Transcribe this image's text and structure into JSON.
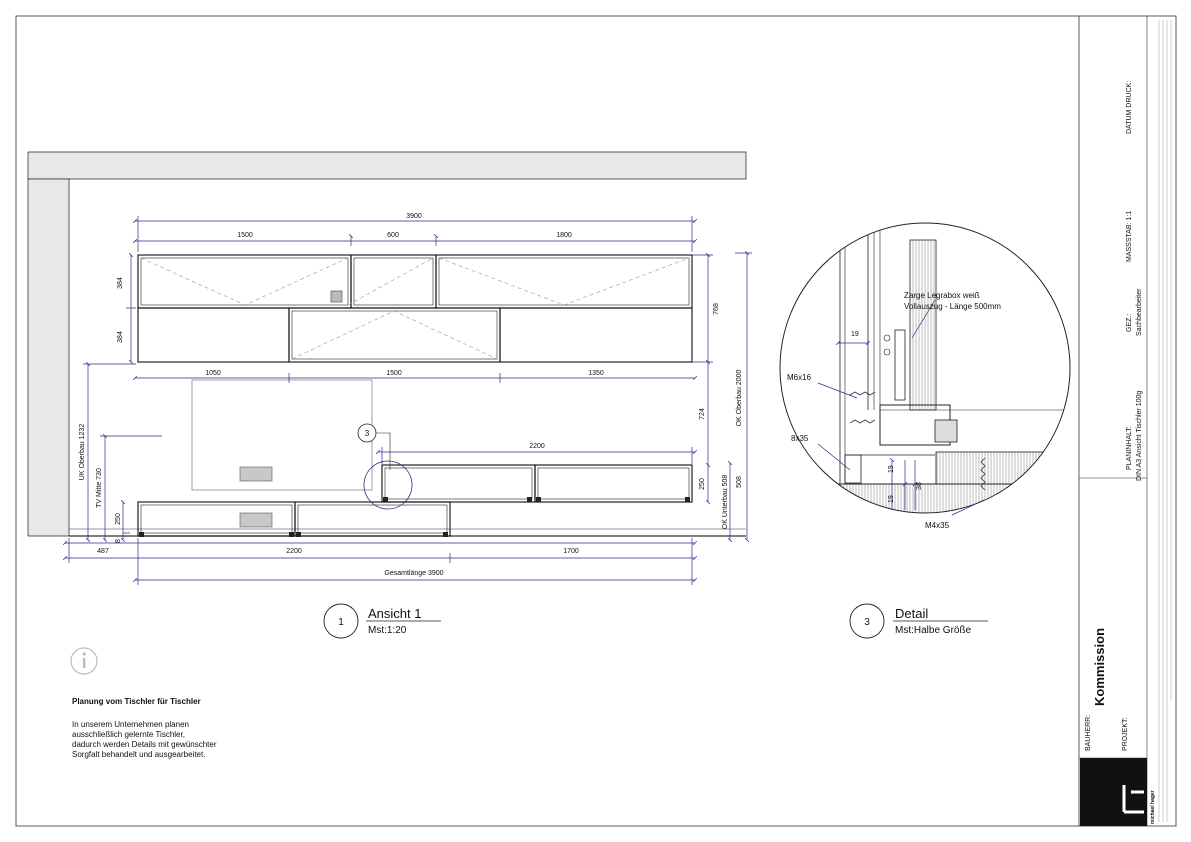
{
  "colors": {
    "dim": "#2a2a8a",
    "line": "#222222",
    "wall": "#e6e6e6"
  },
  "elevation": {
    "dims_top": {
      "total": "3900",
      "seg1": "1500",
      "seg2": "600",
      "seg3": "1800"
    },
    "dims_upper_heights": {
      "a": "384",
      "b": "384",
      "total": "768"
    },
    "dims_mid": {
      "seg1": "1050",
      "seg2": "1500",
      "seg3": "1350"
    },
    "dims_lower": {
      "sideboard": "2200",
      "h724": "724",
      "h250": "250",
      "h508": "508",
      "h250_left": "250",
      "h8": "8"
    },
    "dims_bottom": {
      "offset": "487",
      "seg1": "2200",
      "seg2": "1700",
      "overall": "Gesamtlänge  3900"
    },
    "vertical_labels": {
      "uk_oberbau": "UK Oberbau  1232",
      "tv_mitte": "TV Mitte  730",
      "ok_oberbau": "OK Oberbau  2000",
      "ok_unterbau": "OK Unterbau  508"
    },
    "callout": "3",
    "view_number": "1",
    "view_title": "Ansicht 1",
    "view_scale": "Mst:1:20"
  },
  "detail": {
    "labels": {
      "drawer": "Zarge Legrabox weiß",
      "drawer2": "Vollauszug - Länge 500mm",
      "screw1": "M6x16",
      "screw2": "8x35",
      "screw3": "M4x35",
      "d19a": "19",
      "d19b": "19",
      "d19c": "19",
      "d38": "38"
    },
    "view_number": "3",
    "view_title": "Detail",
    "view_scale": "Mst:Halbe Größe"
  },
  "info": {
    "heading": "Planung vom Tischler für Tischler",
    "body_lines": [
      "In unserem Unternehmen planen",
      "ausschließlich gelernte Tischler,",
      "dadurch werden Details mit gewünschter",
      "Sorgfalt behandelt und ausgearbeitet."
    ]
  },
  "title_block": {
    "datum": "DATUM DRUCK:",
    "massstab": "MASSSTAB: 1:1",
    "gez": "GEZ.:",
    "gez_value": "Sachbearbeiter",
    "planinhalt": "PLANINHALT:",
    "planinhalt_value": "DIN A3  Ansicht  Tischler 100g",
    "bauherr": "BAUHERR:",
    "bauherr_value": "Kommission",
    "projekt": "PROJEKT:",
    "company": "michael hager"
  }
}
